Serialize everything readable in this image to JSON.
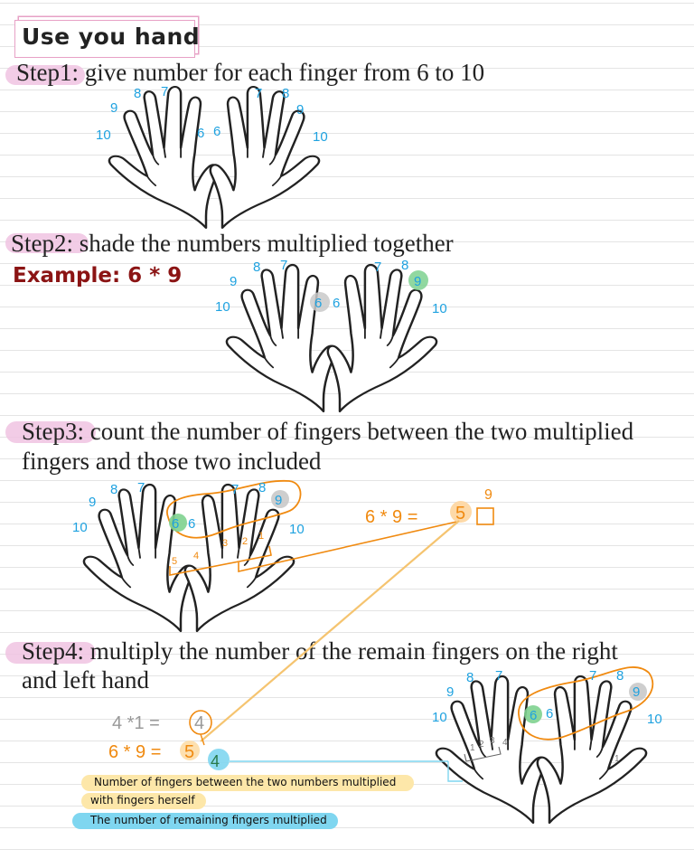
{
  "title": "Use you hand",
  "steps": [
    {
      "label": "Step1",
      "text": ": give number for each finger from 6 to 10"
    },
    {
      "label": "Step2:",
      "text": " shade the numbers multiplied together"
    },
    {
      "label": "Step3:",
      "text": " count the number of fingers between the two multiplied",
      "text2": "fingers and those two included"
    },
    {
      "label": "Step4:",
      "text": " multiply the number of the remain fingers on the right",
      "text2": "and left hand"
    }
  ],
  "example": "Example: 6 * 9",
  "finger_numbers": {
    "left": [
      "10",
      "9",
      "8",
      "7",
      "6"
    ],
    "right": [
      "6",
      "7",
      "8",
      "9",
      "10"
    ]
  },
  "step3_equation": {
    "expr": "6 * 9 =",
    "tens": "5",
    "ones_hint": "9"
  },
  "step4_notes": {
    "remaining_expr": "4 *1 =",
    "remaining_result": "4",
    "final_expr": "6 * 9 =",
    "final_tens": "5",
    "final_ones": "4"
  },
  "finger_counts": {
    "between": [
      "5",
      "4",
      "3",
      "2",
      "1"
    ],
    "remaining_left": [
      "1",
      "2",
      "3",
      "4"
    ],
    "remaining_right": [
      "1"
    ]
  },
  "legend": {
    "yellow_line1": "Number of fingers between the two numbers multiplied",
    "yellow_line2": "with fingers herself",
    "blue": "The number of remaining fingers multiplied"
  },
  "colors": {
    "pink": "#f0c3e2",
    "blue_ink": "#1fa2e0",
    "orange": "#f08a10",
    "example_red": "#8b1414",
    "yellow": "#fde7a9",
    "cyan": "#7fd6f0"
  }
}
